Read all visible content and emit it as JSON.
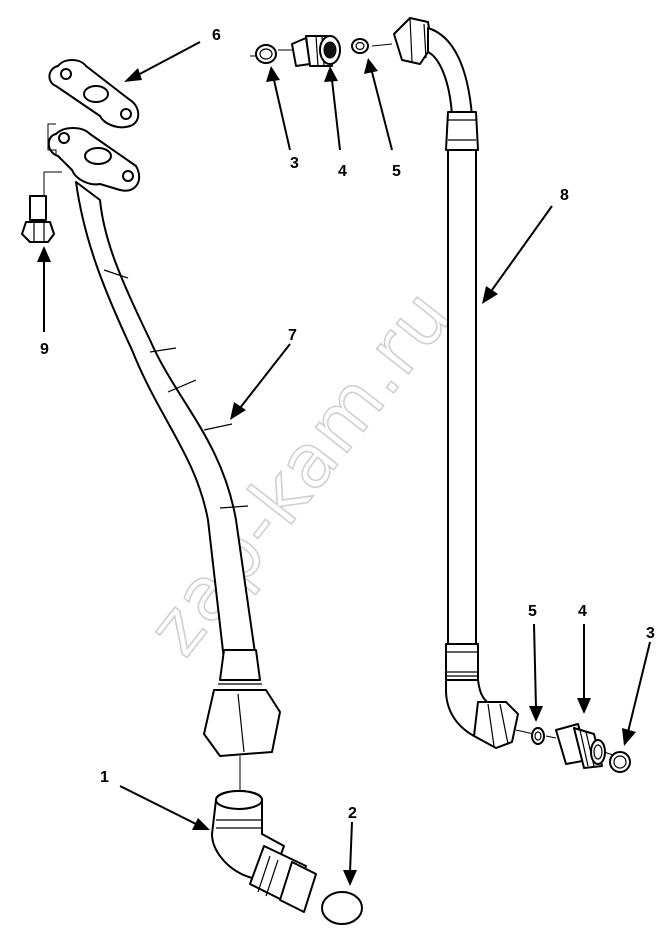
{
  "callouts": {
    "c1": "1",
    "c2": "2",
    "c3a": "3",
    "c4a": "4",
    "c5a": "5",
    "c6": "6",
    "c7": "7",
    "c8": "8",
    "c9": "9",
    "c5b": "5",
    "c4b": "4",
    "c3b": "3"
  },
  "watermark": "zap-kam.ru",
  "colors": {
    "ink": "#000000",
    "paper": "#ffffff",
    "watermark": "#d0d0d0"
  }
}
